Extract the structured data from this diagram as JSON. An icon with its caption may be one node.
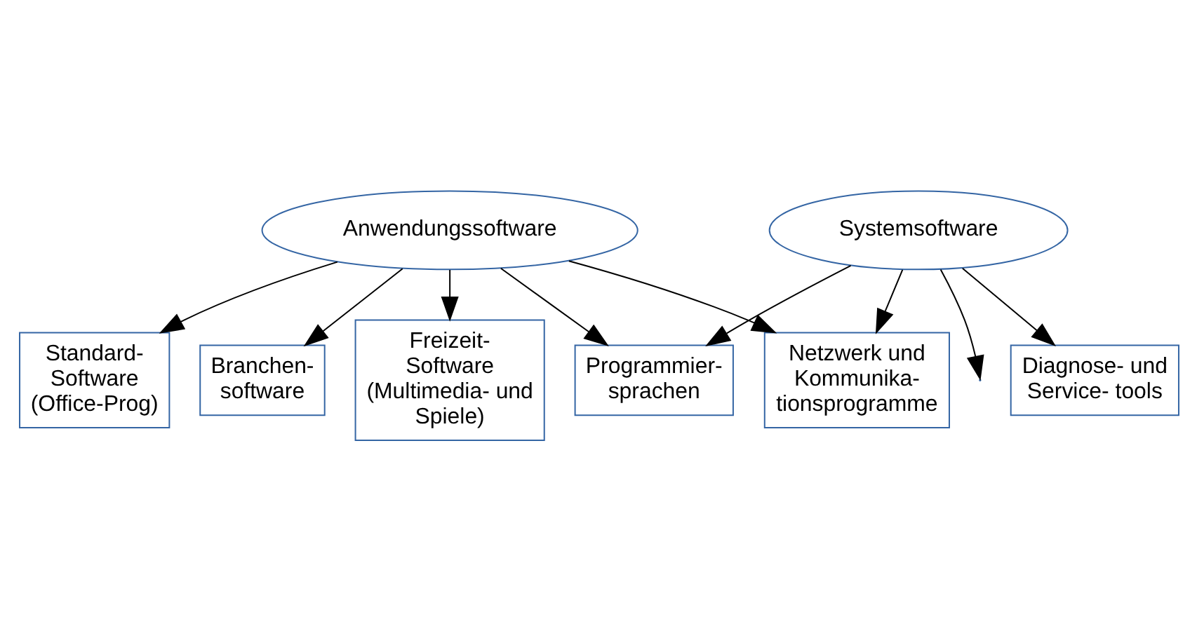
{
  "diagram": {
    "nodes": [
      {
        "text": [
          "Systemsoftware"
        ]
      },
      {
        "text": [
          "Anwendungssoftware"
        ]
      },
      {
        "text": [
          "Netzwerk und Kommunika- tionsprogramme"
        ]
      },
      {
        "text": [
          "Diagnose- und Service- tools"
        ]
      },
      {
        "text": [
          "Standard- Software (Office-Prog)"
        ]
      },
      {
        "text": [
          "Branchen- software"
        ]
      },
      {
        "text": [
          "Programmier- sprachen"
        ]
      },
      {
        "text": [
          "Freizeit- Software (Multimedia- und Spiele)"
        ]
      }
    ],
    "edges": [
      {
        "from": 0,
        "to": null,
        "arrow": "to"
      },
      {
        "from": 0,
        "to": 3,
        "arrow": "to"
      },
      {
        "from": 0,
        "to": 2,
        "arrow": "to"
      },
      {
        "from": 0,
        "to": 6,
        "arrow": "to"
      },
      {
        "from": 1,
        "to": 2,
        "arrow": "to"
      },
      {
        "from": 1,
        "to": 4,
        "arrow": "to"
      },
      {
        "from": 1,
        "to": 6,
        "arrow": "to"
      },
      {
        "from": 1,
        "to": 7,
        "arrow": "to"
      },
      {
        "from": 1,
        "to": 5,
        "arrow": "to"
      }
    ]
  }
}
